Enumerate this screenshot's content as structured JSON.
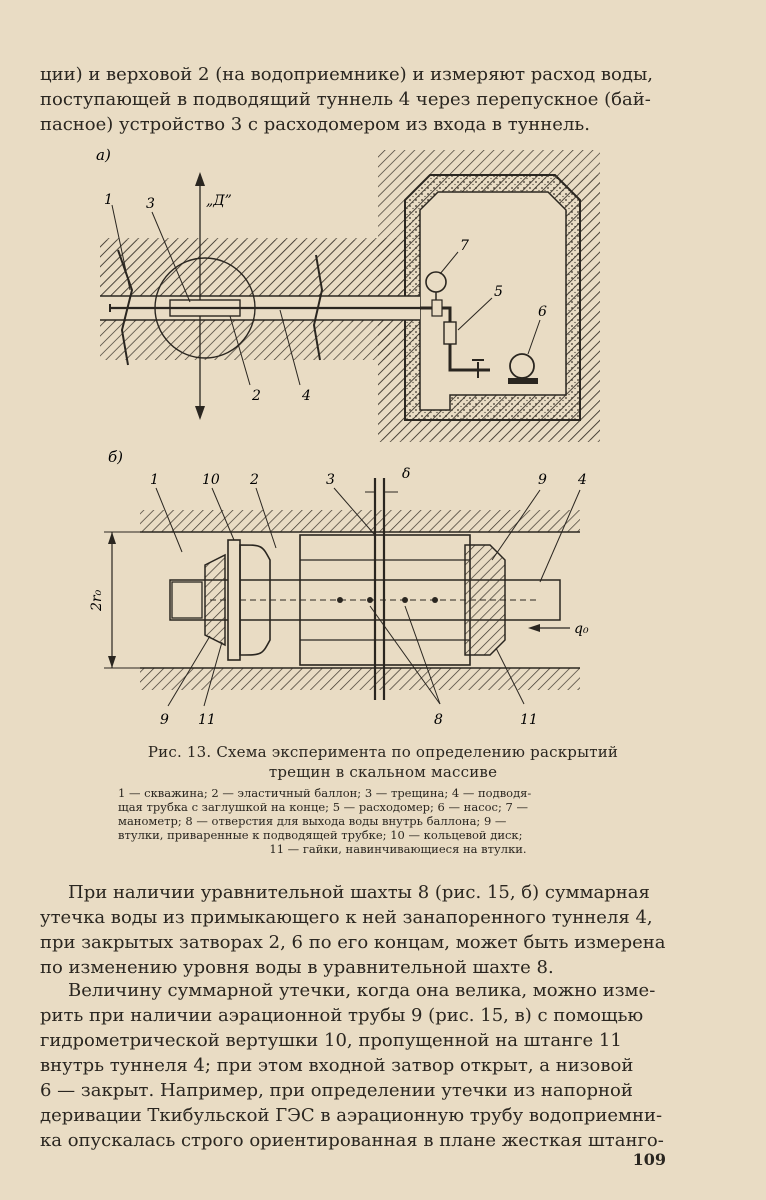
{
  "top_paragraph": {
    "lines": [
      "ции) и верховой 2 (на водоприемнике) и измеряют расход воды,",
      "поступающей в подводящий туннель 4 через перепускное (бай-",
      "пасное) устройство 3 с расходомером из входа в туннель."
    ]
  },
  "figure_a": {
    "panel_label": "а)",
    "direction_label": "„Д”",
    "labels": [
      "1",
      "3",
      "7",
      "5",
      "6",
      "2",
      "4"
    ]
  },
  "figure_b": {
    "panel_label": "б)",
    "delta_label": "δ",
    "radius_label": "2r₀",
    "flow_label": "q₀",
    "top_labels": [
      "1",
      "10",
      "2",
      "3",
      "9",
      "4"
    ],
    "bottom_labels": [
      "9",
      "11",
      "8",
      "11"
    ]
  },
  "caption": {
    "title_line1": "Рис. 13. Схема эксперимента по определению раскрытий",
    "title_line2": "трещин в скальном массиве",
    "legend_lines": [
      "1 — скважина; 2 — эластичный баллон; 3 — трещина; 4 — подводя-",
      "щая трубка с заглушкой на конце; 5 — расходомер; 6 — насос; 7 —",
      "манометр; 8 — отверстия для выхода воды внутрь баллона; 9 —",
      "втулки, приваренные к подводящей трубке; 10 — кольцевой диск;",
      "11 — гайки, навинчивающиеся на втулки."
    ]
  },
  "paragraph_1": {
    "lines": [
      "При наличии уравнительной шахты 8 (рис. 15, б) суммарная",
      "утечка воды из примыкающего к ней занапоренного туннеля 4,",
      "при закрытых затворах 2, 6 по его концам, может быть измерена",
      "по изменению уровня воды в уравнительной шахте 8."
    ]
  },
  "paragraph_2": {
    "lines": [
      "Величину суммарной утечки, когда она велика, можно изме-",
      "рить при наличии аэрационной трубы 9 (рис. 15, в) с помощью",
      "гидрометрической вертушки 10, пропущенной на штанге 11",
      "внутрь туннеля 4; при этом входной затвор открыт, а низовой",
      "6 — закрыт. Например, при определении утечки из напорной",
      "деривации Ткибульской ГЭС в аэрационную трубу водоприемни-",
      "ка опускалась строго ориентированная в плане жесткая штанго-"
    ]
  },
  "page_number": "109"
}
